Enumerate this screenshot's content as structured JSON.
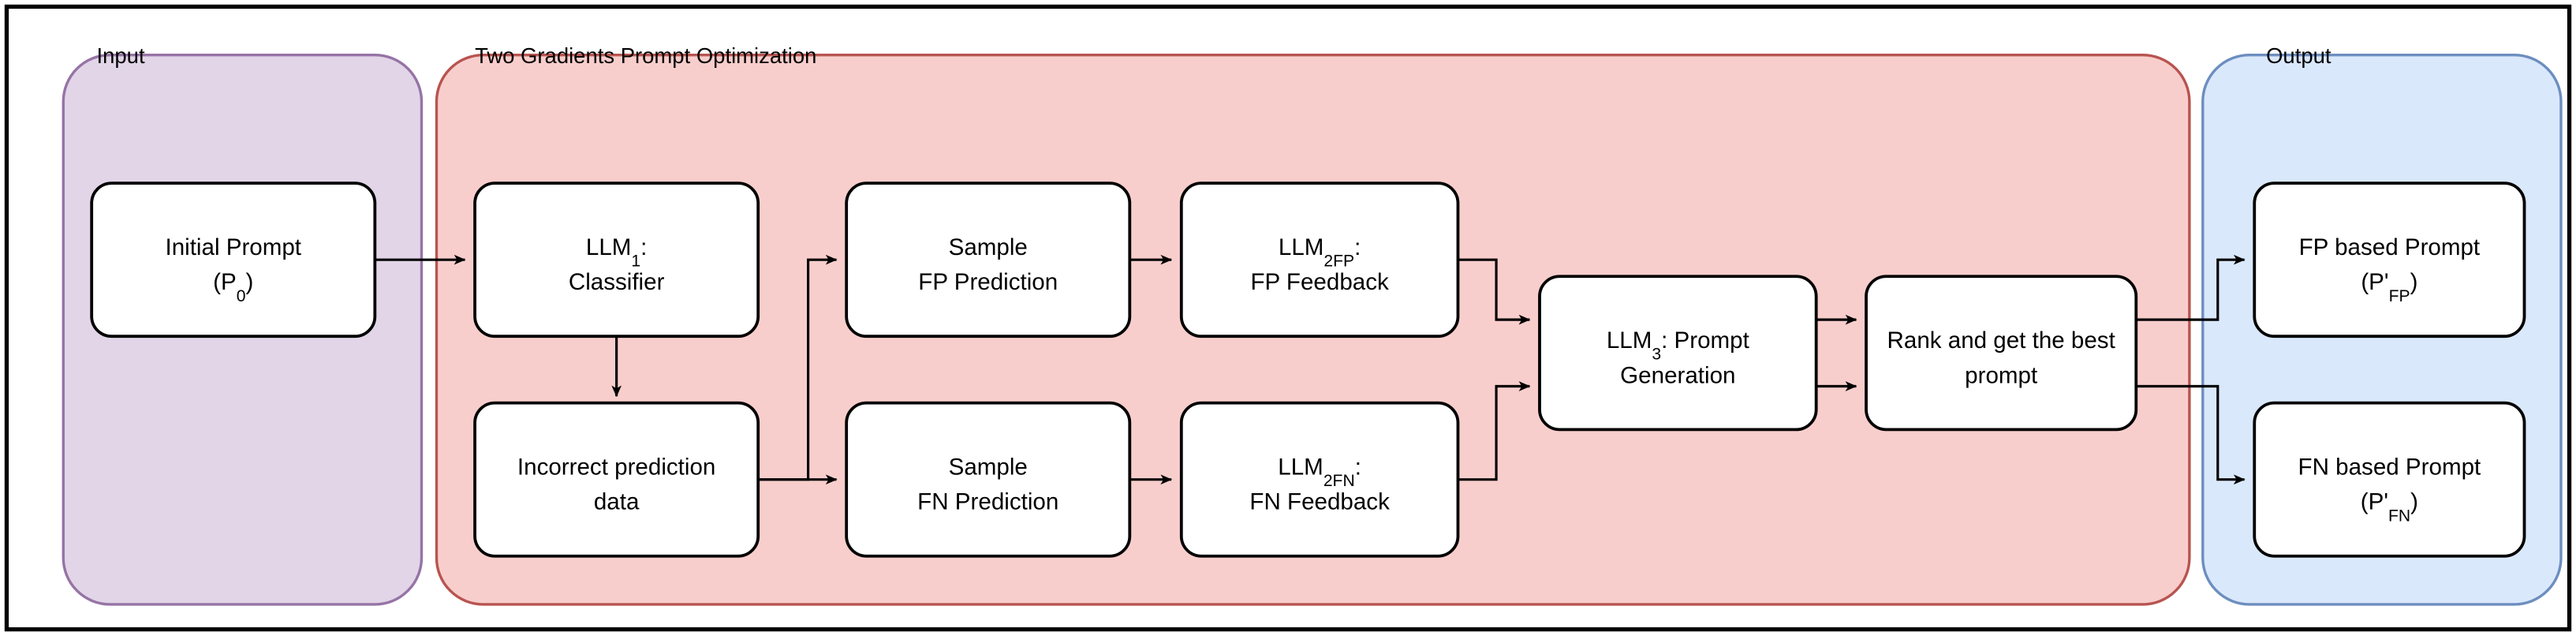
{
  "figure": {
    "type": "flowchart",
    "title": "Two Gradients Prompt Optimization pipeline",
    "outer_border_color": "#000000",
    "background_color": "#ffffff"
  },
  "groups": [
    {
      "id": "input",
      "label": "Input",
      "fill": "#e1d5e7",
      "stroke": "#9673a6"
    },
    {
      "id": "optimization",
      "label": "Two Gradients Prompt Optimization",
      "fill": "#f8cecc",
      "stroke": "#b85450"
    },
    {
      "id": "output",
      "label": "Output",
      "fill": "#dae8fc",
      "stroke": "#6c8ebf"
    }
  ],
  "nodes": {
    "initial_prompt": {
      "line1": "Initial Prompt",
      "line2_pre": "(P",
      "line2_sub": "0",
      "line2_post": ")"
    },
    "llm1": {
      "line1_pre": "LLM",
      "line1_sub": "1",
      "line1_post": ":",
      "line2": "Classifier"
    },
    "incorrect_data": {
      "line1": "Incorrect prediction",
      "line2": "data"
    },
    "sample_fp": {
      "line1": "Sample",
      "line2": "FP Prediction"
    },
    "sample_fn": {
      "line1": "Sample",
      "line2": "FN Prediction"
    },
    "llm2fp": {
      "line1_pre": "LLM",
      "line1_sub": "2FP",
      "line1_post": ":",
      "line2": "FP Feedback"
    },
    "llm2fn": {
      "line1_pre": "LLM",
      "line1_sub": "2FN",
      "line1_post": ":",
      "line2": "FN Feedback"
    },
    "llm3": {
      "line1_pre": "LLM",
      "line1_sub": "3",
      "line1_post": ": Prompt",
      "line2": "Generation"
    },
    "rank": {
      "line1": "Rank and get the best",
      "line2": "prompt"
    },
    "fp_prompt": {
      "line1": "FP based Prompt",
      "line2_pre": "(P'",
      "line2_sub": "FP",
      "line2_post": ")"
    },
    "fn_prompt": {
      "line1": "FN based Prompt",
      "line2_pre": "(P'",
      "line2_sub": "FN",
      "line2_post": ")"
    }
  },
  "node_style": {
    "fill": "#ffffff",
    "stroke": "#000000"
  },
  "edges": [
    {
      "from": "initial_prompt",
      "to": "llm1"
    },
    {
      "from": "llm1",
      "to": "incorrect_data"
    },
    {
      "from": "incorrect_data",
      "to": "sample_fp"
    },
    {
      "from": "incorrect_data",
      "to": "sample_fn"
    },
    {
      "from": "sample_fp",
      "to": "llm2fp"
    },
    {
      "from": "sample_fn",
      "to": "llm2fn"
    },
    {
      "from": "llm2fp",
      "to": "llm3"
    },
    {
      "from": "llm2fn",
      "to": "llm3"
    },
    {
      "from": "llm3",
      "to": "rank"
    },
    {
      "from": "rank",
      "to": "fp_prompt"
    },
    {
      "from": "rank",
      "to": "fn_prompt"
    }
  ]
}
